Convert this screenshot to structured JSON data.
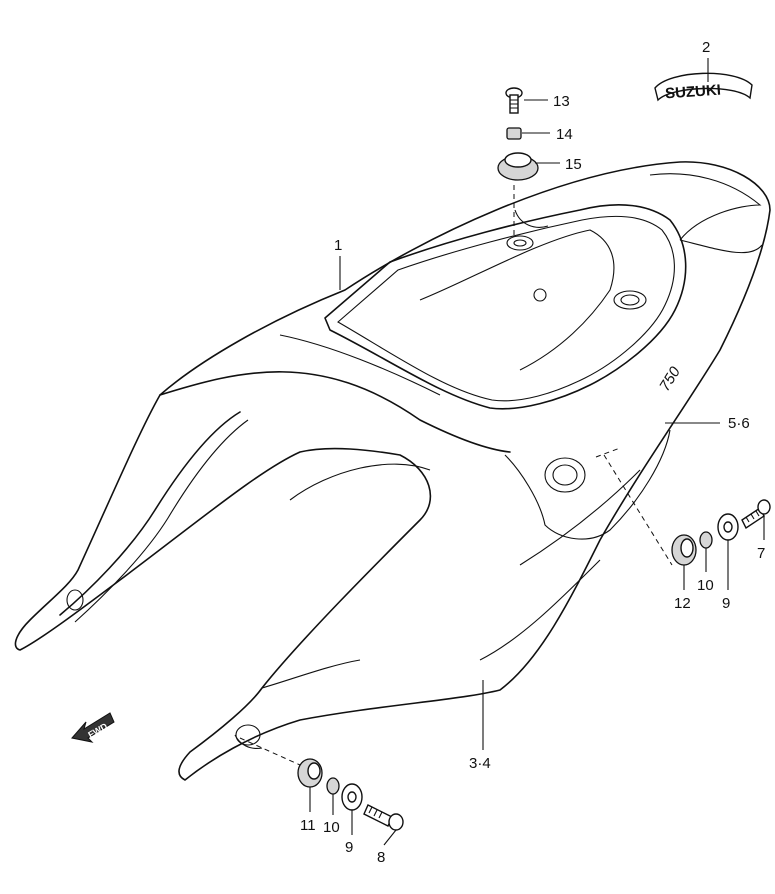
{
  "diagram": {
    "callouts": {
      "c1": "1",
      "c2": "2",
      "c3_4": "3·4",
      "c5_6": "5·6",
      "c7": "7",
      "c8": "8",
      "c9a": "9",
      "c9b": "9",
      "c10a": "10",
      "c10b": "10",
      "c11": "11",
      "c12": "12",
      "c13": "13",
      "c14": "14",
      "c15": "15"
    },
    "emblem_text": "SUZUKI",
    "cover_badge_text": "750",
    "direction_arrow_text": "FWD"
  }
}
